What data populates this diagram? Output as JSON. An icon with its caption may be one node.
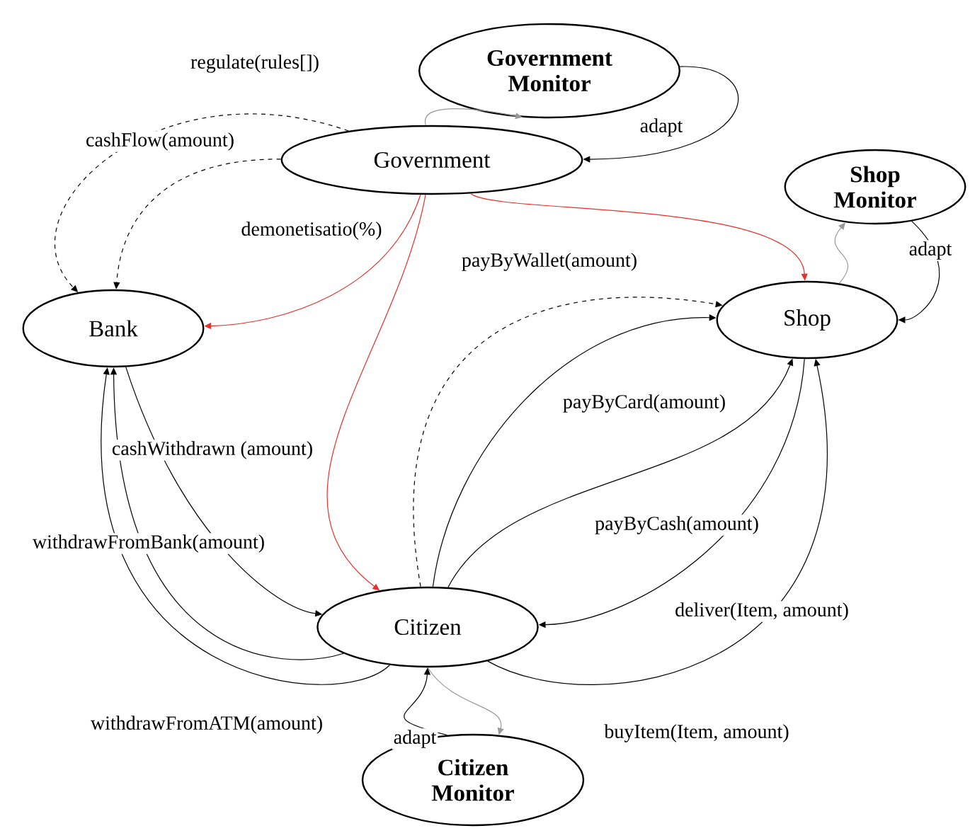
{
  "diagram": {
    "nodes": [
      {
        "text": [
          "Government Monitor"
        ]
      },
      {
        "text": [
          "Government"
        ]
      },
      {
        "text": [
          "Shop Monitor"
        ]
      },
      {
        "text": [
          "Bank"
        ]
      },
      {
        "text": [
          "Shop"
        ]
      },
      {
        "text": [
          "Citizen"
        ]
      },
      {
        "text": [
          "Citizen Monitor"
        ]
      }
    ],
    "edges": [
      {
        "from": 1,
        "to": 0,
        "arrow": "to",
        "color": "#999999"
      },
      {
        "from": 0,
        "to": 1,
        "arrow": "to",
        "label": "adapt"
      },
      {
        "from": 1,
        "to": 3,
        "arrow": "to",
        "style": "dashed",
        "label": "regulate(rules[])"
      },
      {
        "from": 1,
        "to": 3,
        "arrow": "to",
        "style": "dashed",
        "label": "cashFlow(amount)"
      },
      {
        "from": 1,
        "to": 3,
        "arrow": "to",
        "color": "#e8302a",
        "label": "demonetisatio(%)"
      },
      {
        "from": 1,
        "to": 4,
        "arrow": "to",
        "color": "#e8302a"
      },
      {
        "from": 1,
        "to": 5,
        "arrow": "to",
        "color": "#e8302a"
      },
      {
        "from": 5,
        "to": 4,
        "arrow": "to",
        "style": "dashed",
        "label": "payByWallet(amount)"
      },
      {
        "from": 5,
        "to": 4,
        "arrow": "to",
        "label": "payByCard(amount)"
      },
      {
        "from": 5,
        "to": 4,
        "arrow": "to",
        "label": "payByCash(amount)"
      },
      {
        "from": 4,
        "to": 5,
        "arrow": "to",
        "label": "deliver(Item, amount)"
      },
      {
        "from": 5,
        "to": 4,
        "arrow": "to",
        "label": "buyItem(Item, amount)"
      },
      {
        "from": 3,
        "to": 5,
        "arrow": "to",
        "label": "cashWithdrawn (amount)"
      },
      {
        "from": 5,
        "to": 3,
        "arrow": "to",
        "label": "withdrawFromBank(amount)"
      },
      {
        "from": 5,
        "to": 3,
        "arrow": "to",
        "label": "withdrawFromATM(amount)"
      },
      {
        "from": 4,
        "to": 2,
        "arrow": "to",
        "color": "#999999"
      },
      {
        "from": 2,
        "to": 4,
        "arrow": "to",
        "label": "adapt"
      },
      {
        "from": 5,
        "to": 6,
        "arrow": "to",
        "color": "#999999"
      },
      {
        "from": 6,
        "to": 5,
        "arrow": "to",
        "label": "adapt"
      }
    ]
  }
}
